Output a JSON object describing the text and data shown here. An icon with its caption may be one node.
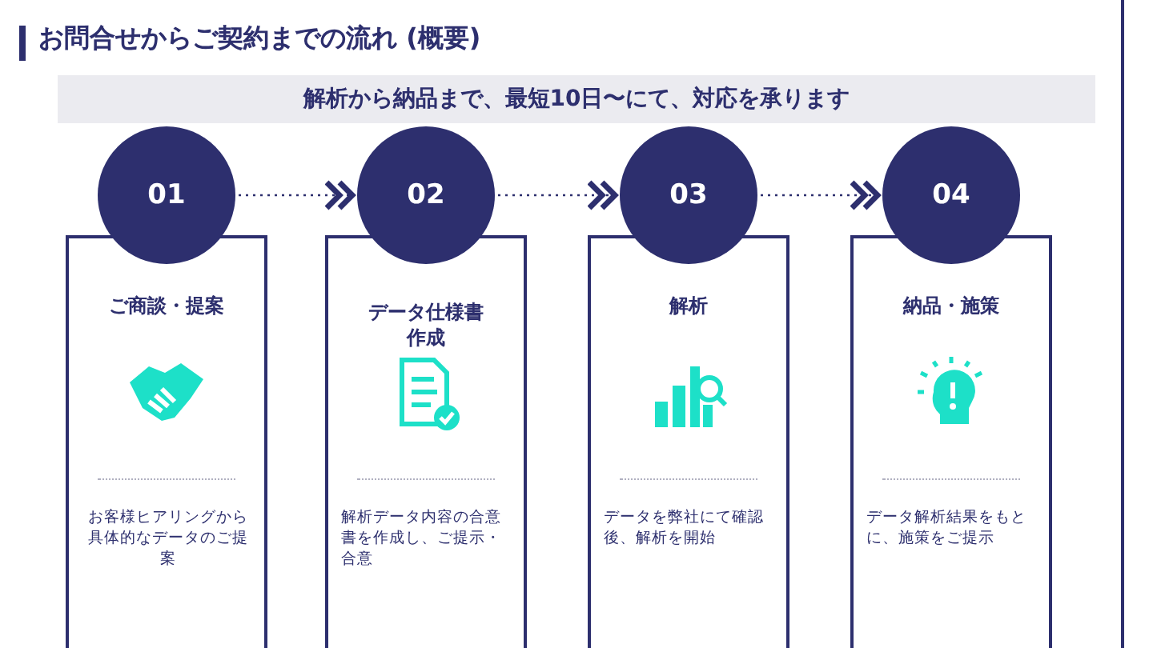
{
  "diagram": {
    "title": "お問合せからご契約までの流れ (概要)",
    "nodes": [
      {
        "text": [
          "解析から納品まで、最短10日〜にて、対応を承ります"
        ]
      },
      {
        "text": [
          "01"
        ]
      },
      {
        "text": [
          "ご商談・提案",
          "お客様ヒアリングから具体的なデータのご提案"
        ]
      },
      {
        "text": [
          "02"
        ]
      },
      {
        "text": [
          "データ仕様書作成",
          "解析データ内容の合意書を作成し、ご提示・合意"
        ]
      },
      {
        "text": [
          "03"
        ]
      },
      {
        "text": [
          "解析",
          "データを弊社にて確認後、解析を開始"
        ]
      },
      {
        "text": [
          "04"
        ]
      },
      {
        "text": [
          "納品・施策",
          "データ解析結果をもとに、施策をご提示"
        ]
      }
    ],
    "edges": [
      {
        "from": 1,
        "to": 3,
        "arrow": "to",
        "style": "dashed"
      },
      {
        "from": 3,
        "to": 5,
        "arrow": "to",
        "style": "dashed"
      },
      {
        "from": 5,
        "to": 7,
        "arrow": "to",
        "style": "dashed"
      }
    ]
  }
}
